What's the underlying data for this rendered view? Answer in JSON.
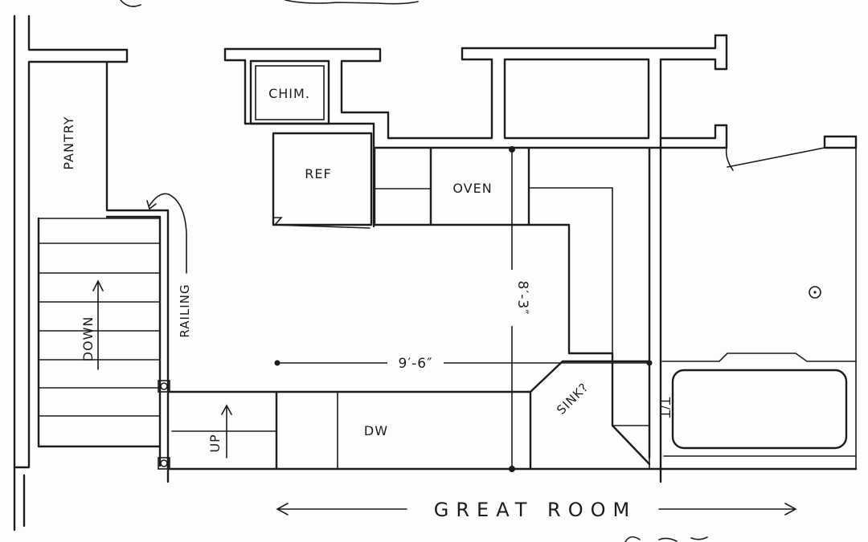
{
  "labels": {
    "pantry": "PANTRY",
    "chimney": "CHIM.",
    "refrigerator": "REF",
    "oven": "OVEN",
    "railing": "RAILING",
    "stairs_down": "DOWN",
    "stairs_up": "UP",
    "dishwasher": "DW",
    "sink": "SINK?",
    "great_room": "GREAT ROOM",
    "faucet_mark": "T/T"
  },
  "dimensions": {
    "width_run": "9′-6″",
    "depth_run": "8′-3″"
  },
  "colors": {
    "ink": "#1c1c1c",
    "paper": "#fdfdfb"
  }
}
